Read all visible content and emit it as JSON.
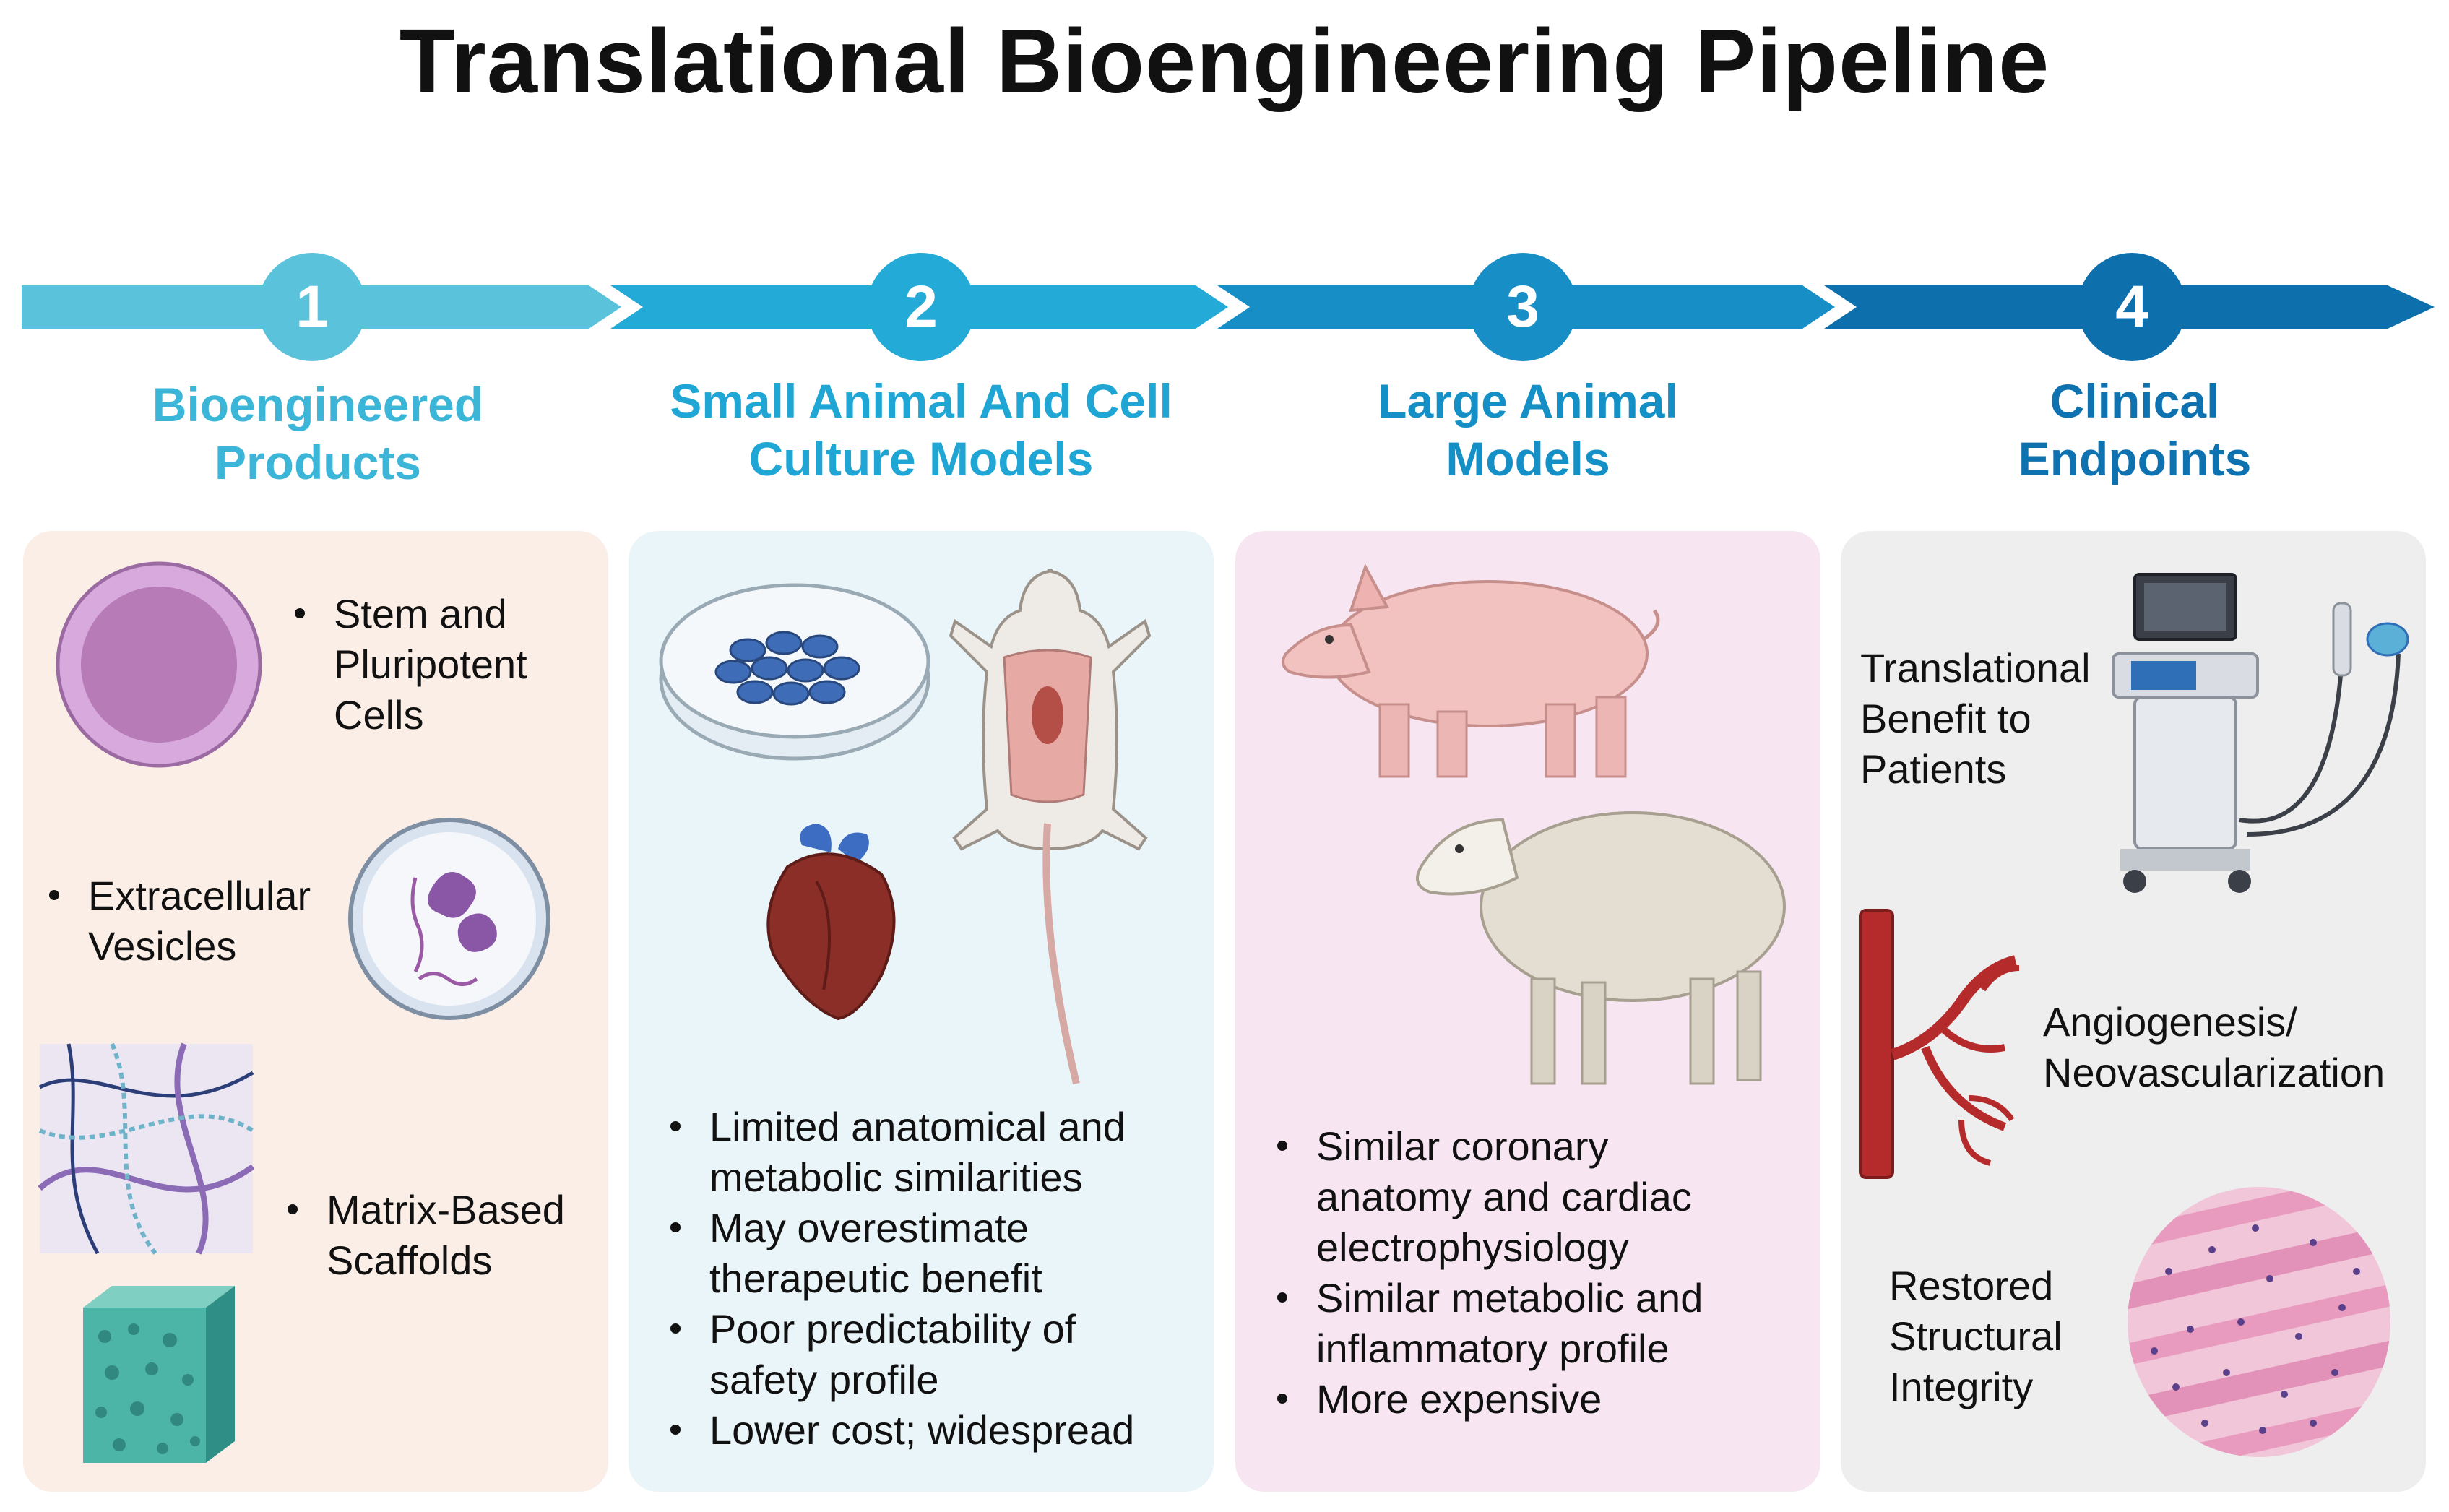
{
  "title": "Translational Bioengineering Pipeline",
  "colors": {
    "step1": "#5bc2dc",
    "step2": "#23aad6",
    "step3": "#178fc6",
    "step4": "#0e6fad",
    "panel1": "#fbeee6",
    "panel2": "#eaf5f9",
    "panel3": "#f7e6f2",
    "panel4": "#eeeeee"
  },
  "steps": [
    {
      "number": "1",
      "heading": [
        "Bioengineered",
        "Products"
      ]
    },
    {
      "number": "2",
      "heading": [
        "Small Animal And Cell",
        "Culture Models"
      ]
    },
    {
      "number": "3",
      "heading": [
        "Large Animal",
        "Models"
      ]
    },
    {
      "number": "4",
      "heading": [
        "Clinical",
        "Endpoints"
      ]
    }
  ],
  "panel1": {
    "stem_cells": [
      "Stem and",
      "Pluripotent",
      "Cells"
    ],
    "vesicles": [
      "Extracellular",
      "Vesicles"
    ],
    "scaffolds": [
      "Matrix-Based",
      "Scaffolds"
    ],
    "icons": [
      "stem-cell-icon",
      "extracellular-vesicle-icon",
      "fiber-matrix-icon",
      "porous-scaffold-icon"
    ]
  },
  "panel2": {
    "bullets": [
      [
        "Limited anatomical and",
        "metabolic similarities"
      ],
      [
        "May overestimate",
        "therapeutic benefit"
      ],
      [
        "Poor predictability of",
        "safety profile"
      ],
      [
        "Lower cost; widespread"
      ]
    ],
    "icons": [
      "petri-dish-icon",
      "heart-icon",
      "rat-icon"
    ]
  },
  "panel3": {
    "bullets": [
      [
        "Similar coronary",
        "anatomy and cardiac",
        "electrophysiology"
      ],
      [
        "Similar metabolic and",
        "inflammatory profile"
      ],
      [
        "More expensive"
      ]
    ],
    "icons": [
      "pig-icon",
      "sheep-icon"
    ]
  },
  "panel4": {
    "benefit": [
      "Translational",
      "Benefit to",
      "Patients"
    ],
    "angiogenesis": [
      "Angiogenesis/",
      "Neovascularization"
    ],
    "integrity": [
      "Restored",
      "Structural",
      "Integrity"
    ],
    "icons": [
      "ultrasound-machine-icon",
      "blood-vessel-icon",
      "tissue-histology-icon"
    ]
  }
}
